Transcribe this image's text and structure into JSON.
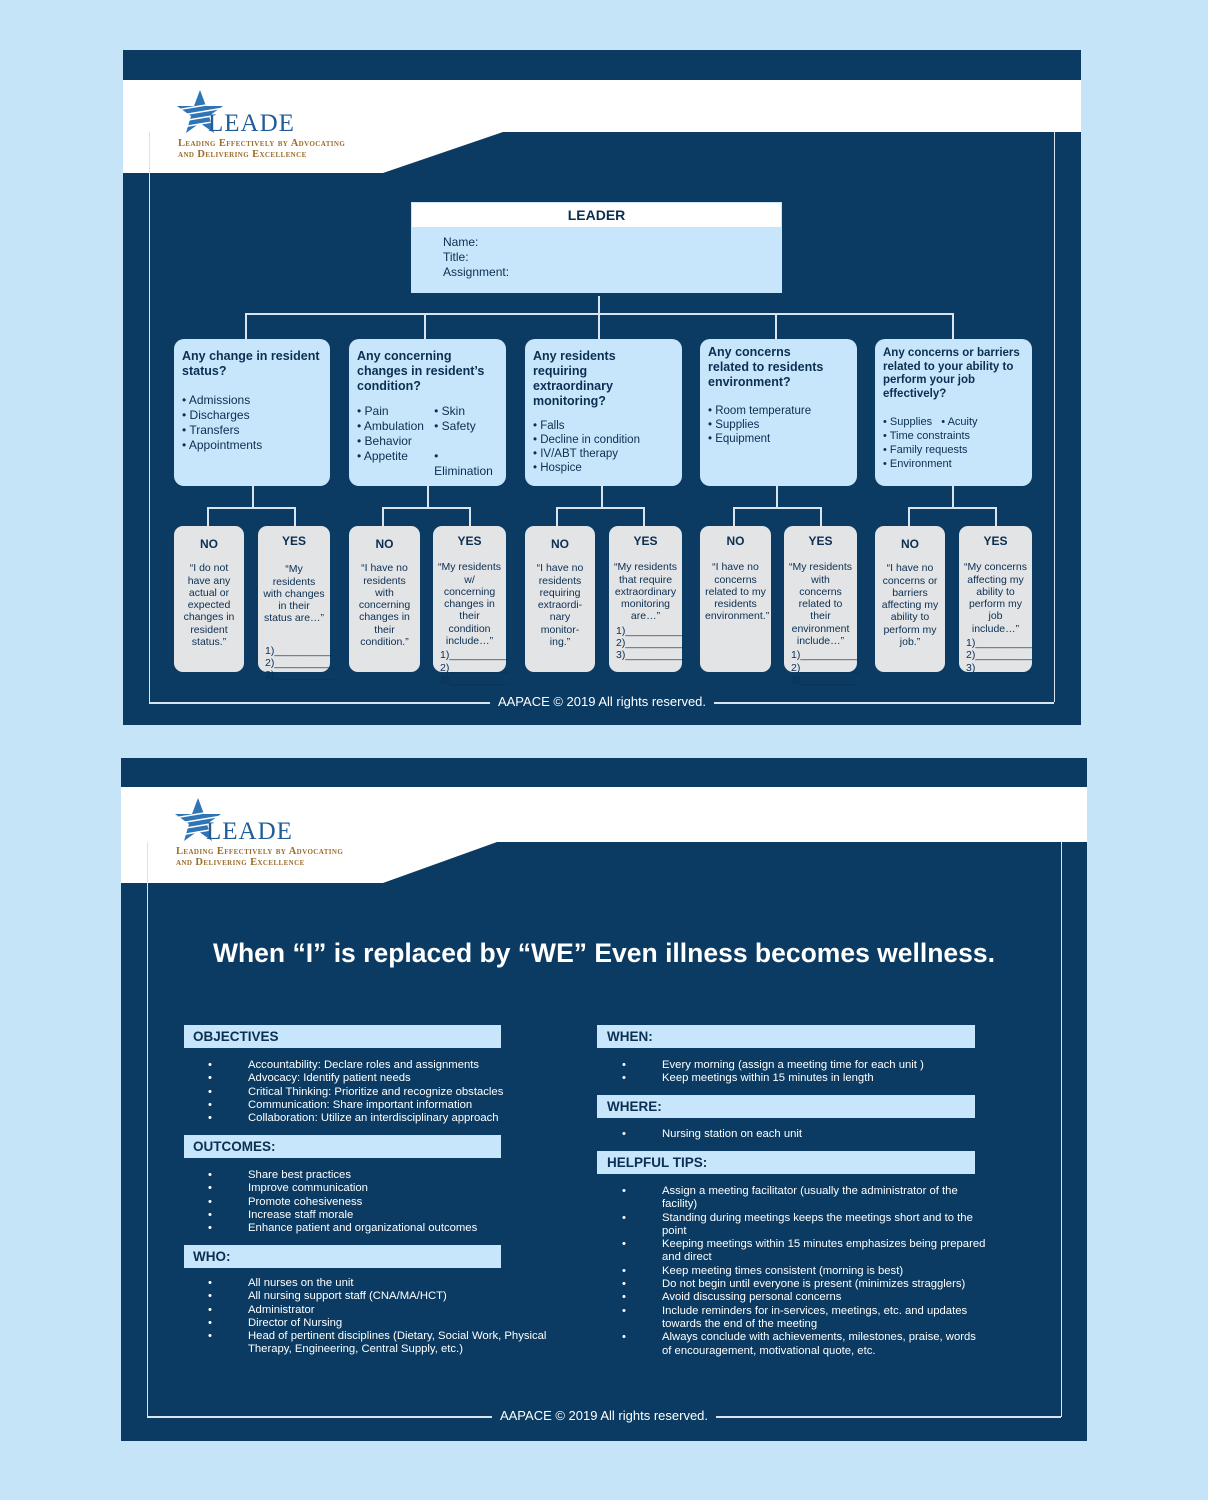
{
  "colors": {
    "background": "#c5e4f7",
    "card": "#0b3b62",
    "box": "#c8e6fb",
    "pill": "#e3e4e6",
    "brand_blue": "#1f5c98",
    "brand_gold": "#9a6d2b"
  },
  "logo": {
    "word": "LEADE",
    "tagline_1": "Leading Effectively by Advocating",
    "tagline_2": "and Delivering Excellence",
    "icon": "star-icon"
  },
  "card1": {
    "leader": {
      "title": "LEADER",
      "name_label": "Name:",
      "title_label": "Title:",
      "assignment_label": "Assignment:"
    },
    "questions": [
      {
        "title": "Any change in resident status?",
        "items": [
          "Admissions",
          "Discharges",
          "Transfers",
          "Appointments"
        ]
      },
      {
        "title": "Any concerning changes in resident’s condition?",
        "col1": [
          "Pain",
          "Ambulation",
          "Behavior",
          "Appetite"
        ],
        "col2": [
          "Skin",
          "Safety",
          "",
          "Elimination"
        ]
      },
      {
        "title": "Any residents requiring extraordinary monitoring?",
        "items": [
          "Falls",
          "Decline in condition",
          "IV/ABT therapy",
          "Hospice"
        ]
      },
      {
        "title": "Any concerns related to residents environment?",
        "items": [
          "Room temperature",
          "Supplies",
          "Equipment"
        ]
      },
      {
        "title": "Any concerns or barriers related to your ability to perform your job effectively?",
        "items_row1": [
          "Supplies",
          "Acuity"
        ],
        "items": [
          "Time constraints",
          "Family requests",
          "Environment"
        ]
      }
    ],
    "answers": [
      {
        "no_label": "NO",
        "no_text": "“I do not have any actual or expected changes in resident status.”",
        "yes_label": "YES",
        "yes_text": "“My residents with changes in their status are…”"
      },
      {
        "no_label": "NO",
        "no_text": "“I have no residents with concerning changes in their condition.”",
        "yes_label": "YES",
        "yes_text": "“My residents w/ concerning changes in their condition include…”"
      },
      {
        "no_label": "NO",
        "no_text": "“I have no residents requiring extraordi- nary monitor- ing.”",
        "yes_label": "YES",
        "yes_text": "“My residents that require extraordinary monitoring are…”"
      },
      {
        "no_label": "NO",
        "no_text": "“I have no concerns related to my residents environment.”",
        "yes_label": "YES",
        "yes_text": "“My residents with concerns related to their environment include…”"
      },
      {
        "no_label": "NO",
        "no_text": "“I have no concerns or barriers affecting my ability to perform my job.”",
        "yes_label": "YES",
        "yes_text": "“My concerns affecting my ability to perform my job include…”"
      }
    ],
    "blanks": [
      "1)__________",
      "2)__________",
      "3)__________"
    ],
    "footer": "AAPACE © 2019 All rights reserved."
  },
  "card2": {
    "quote": "When “I” is replaced by “WE” Even illness becomes wellness.",
    "objectives": {
      "title": "OBJECTIVES",
      "items": [
        "Accountability: Declare roles and assignments",
        "Advocacy: Identify patient needs",
        "Critical Thinking: Prioritize and recognize obstacles",
        "Communication: Share important information",
        "Collaboration: Utilize an interdisciplinary  approach"
      ]
    },
    "outcomes": {
      "title": "OUTCOMES:",
      "items": [
        "Share best practices",
        "Improve communication",
        "Promote cohesiveness",
        "Increase staff morale",
        "Enhance patient and organizational outcomes"
      ]
    },
    "who": {
      "title": "WHO:",
      "items": [
        "All nurses on the unit",
        "All nursing support staff (CNA/MA/HCT)",
        "Administrator",
        "Director of Nursing",
        "Head of pertinent disciplines (Dietary, Social Work, Physical Therapy, Engineering, Central Supply, etc.)"
      ]
    },
    "when": {
      "title": "WHEN:",
      "items": [
        "Every morning (assign  a meeting time for each unit )",
        "Keep meetings within 15 minutes in length"
      ]
    },
    "where": {
      "title": "WHERE:",
      "items": [
        "Nursing station on each unit"
      ]
    },
    "tips": {
      "title": "HELPFUL TIPS:",
      "items": [
        "Assign a meeting facilitator (usually the administrator of the facility)",
        "Standing during meetings keeps the meetings short and to the point",
        "Keeping meetings within 15 minutes emphasizes being prepared and direct",
        "Keep meeting times consistent (morning is best)",
        "Do not begin until everyone is present (minimizes stragglers)",
        "Avoid discussing personal concerns",
        "Include reminders for in-services, meetings, etc. and updates towards the end of the meeting",
        "Always conclude with achievements, milestones, praise, words of encouragement, motivational quote, etc."
      ]
    },
    "footer": "AAPACE © 2019 All rights reserved."
  }
}
